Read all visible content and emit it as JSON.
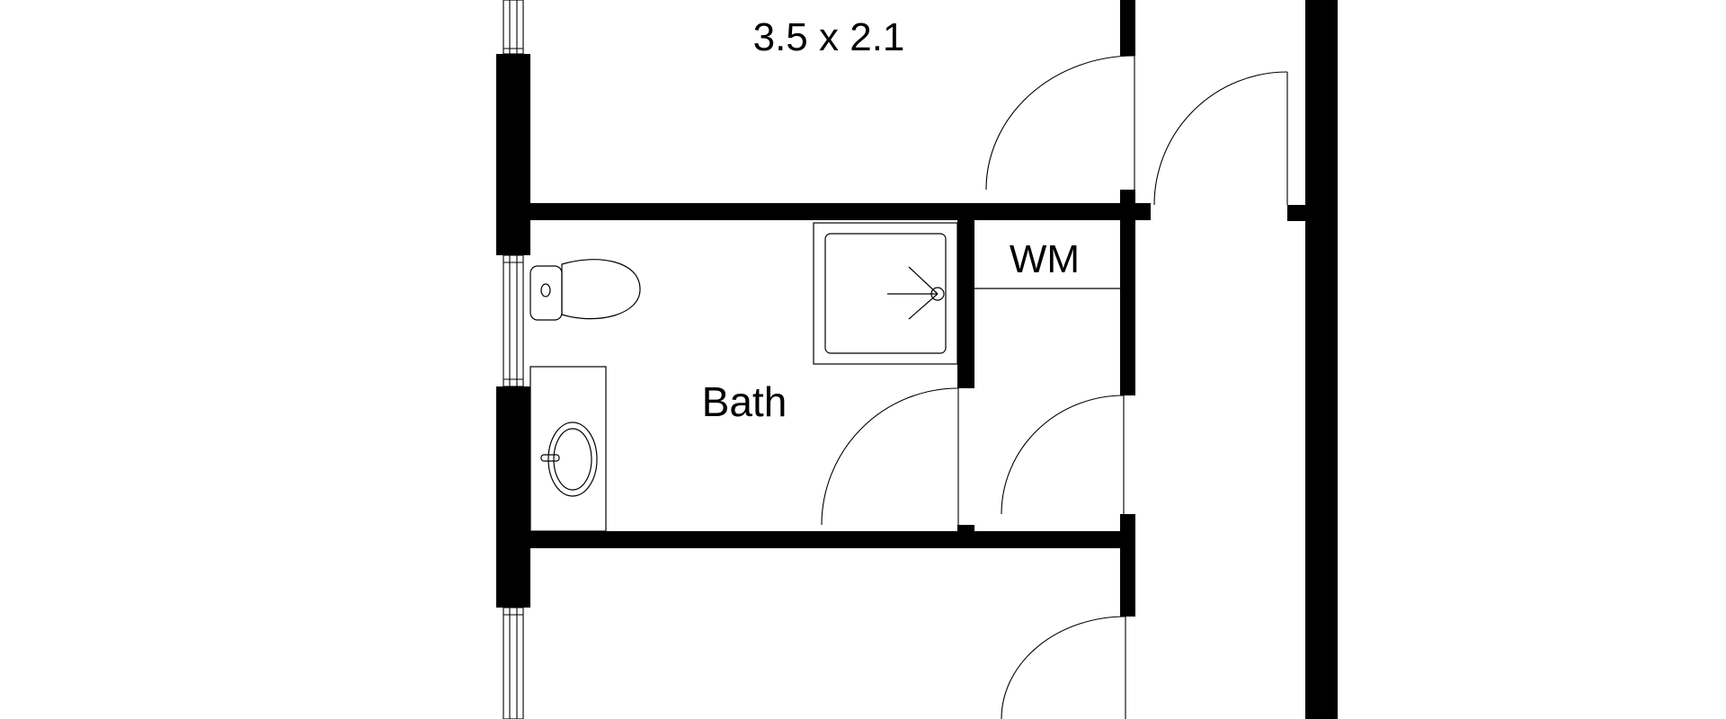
{
  "plan": {
    "labels": {
      "top_room_dimensions": "3.5 x 2.1",
      "bathroom": "Bath",
      "washing_machine": "WM"
    },
    "colors": {
      "background": "#ffffff",
      "walls": "#000000",
      "lines": "#000000"
    },
    "fixtures": [
      "toilet",
      "washbasin",
      "shower-tray",
      "washing-machine-space"
    ],
    "openings": [
      "door-top-room",
      "door-corridor-upper",
      "door-bathroom",
      "door-wm-closet",
      "door-bottom-room",
      "window-top",
      "window-bathroom",
      "window-bottom"
    ]
  }
}
